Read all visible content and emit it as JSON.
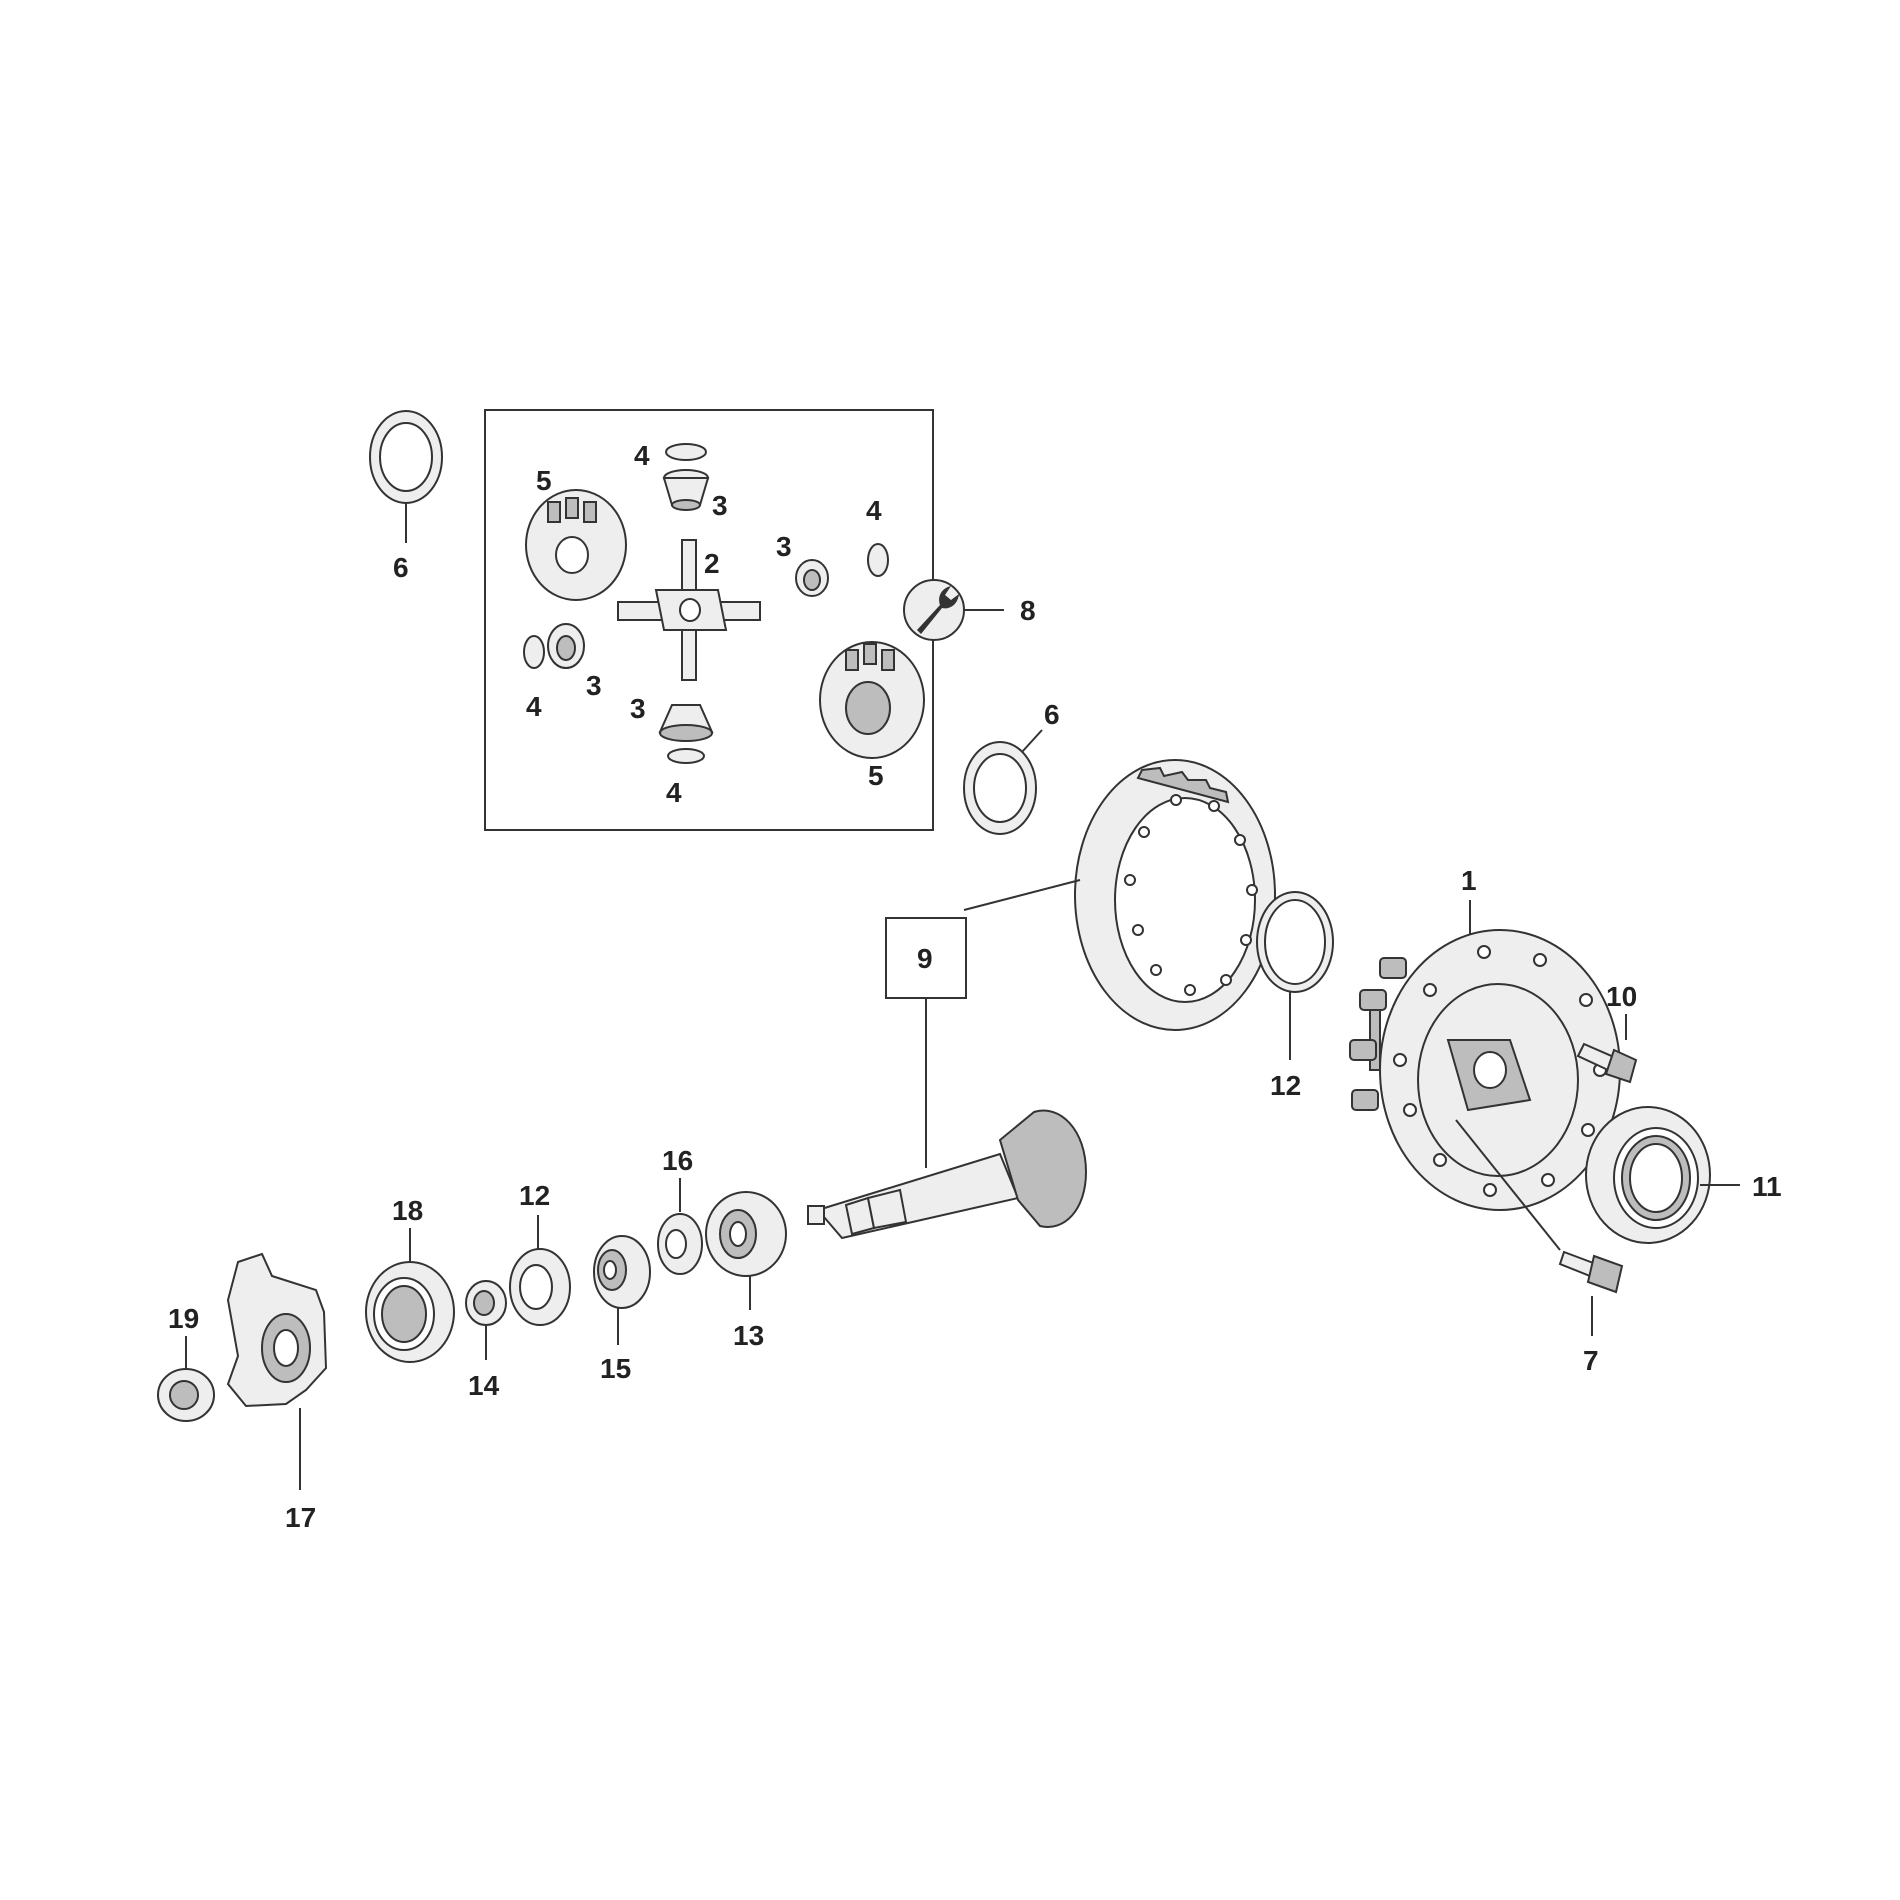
{
  "diagram": {
    "callouts": {
      "c1": "1",
      "c2": "2",
      "c3a": "3",
      "c3b": "3",
      "c3c": "3",
      "c3d": "3",
      "c4a": "4",
      "c4b": "4",
      "c4c": "4",
      "c4d": "4",
      "c5a": "5",
      "c5b": "5",
      "c6a": "6",
      "c6b": "6",
      "c7": "7",
      "c8": "8",
      "c9": "9",
      "c10": "10",
      "c11": "11",
      "c12a": "12",
      "c12b": "12",
      "c13": "13",
      "c14": "14",
      "c15": "15",
      "c16": "16",
      "c17": "17",
      "c18": "18",
      "c19": "19"
    },
    "icons": {
      "service": "wrench-icon"
    },
    "colors": {
      "line": "#333333",
      "fill": "#eeeeee",
      "fill_dark": "#bdbdbd",
      "background": "#ffffff"
    }
  }
}
